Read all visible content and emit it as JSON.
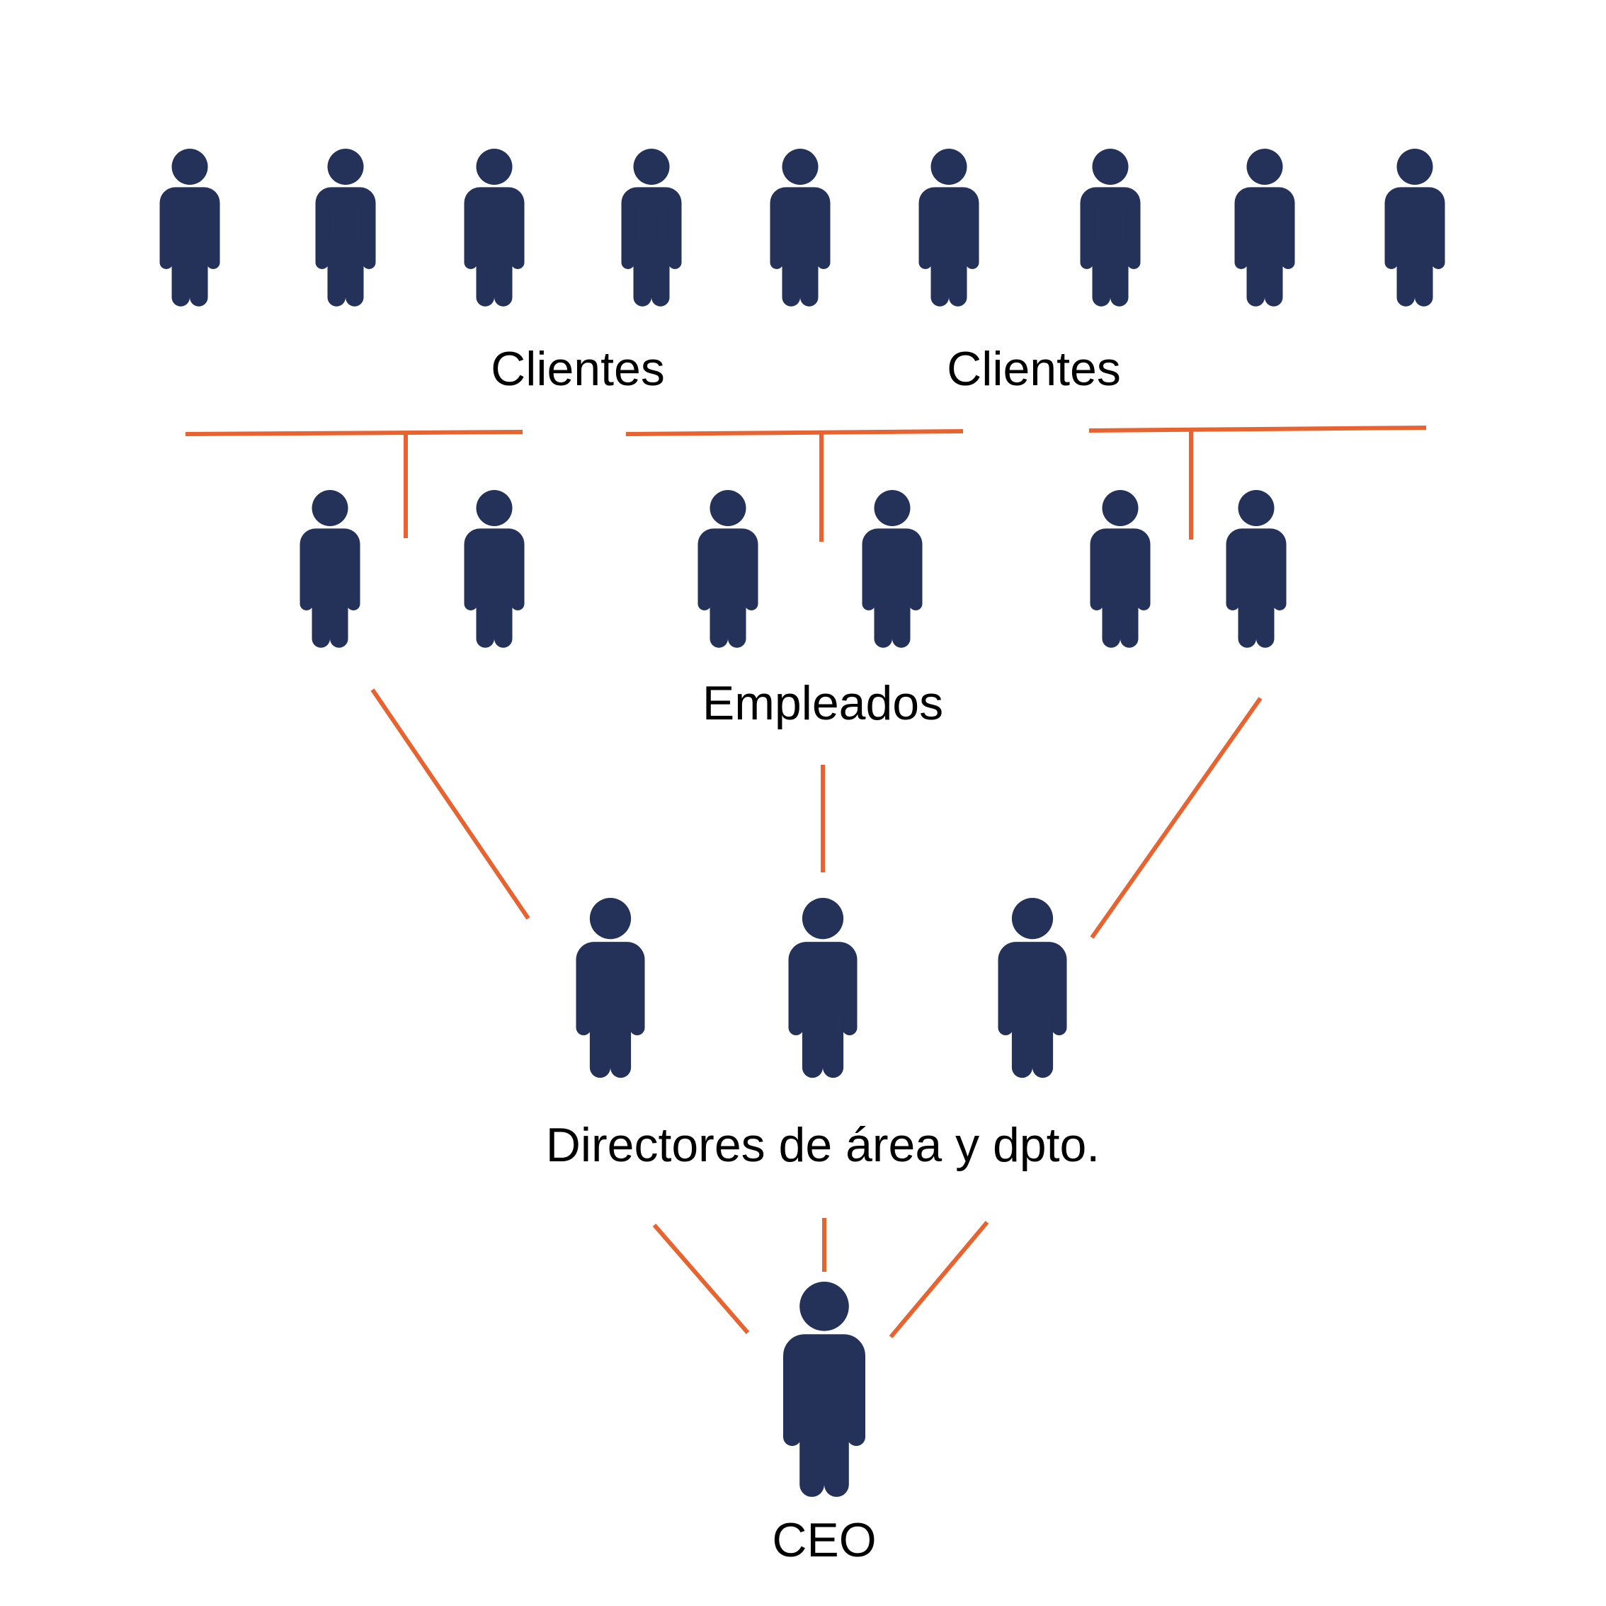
{
  "labels": {
    "clientes_left": "Clientes",
    "clientes_right": "Clientes",
    "empleados": "Empleados",
    "directores": "Directores de área y dpto.",
    "ceo": "CEO"
  },
  "colors": {
    "person": "#243158",
    "person_shadow": "#1c2747",
    "connector": "#e8632f",
    "background": "#ffffff"
  },
  "groups": {
    "clientes_count": 9,
    "empleados_count": 6,
    "directores_count": 3,
    "ceo_count": 1
  }
}
